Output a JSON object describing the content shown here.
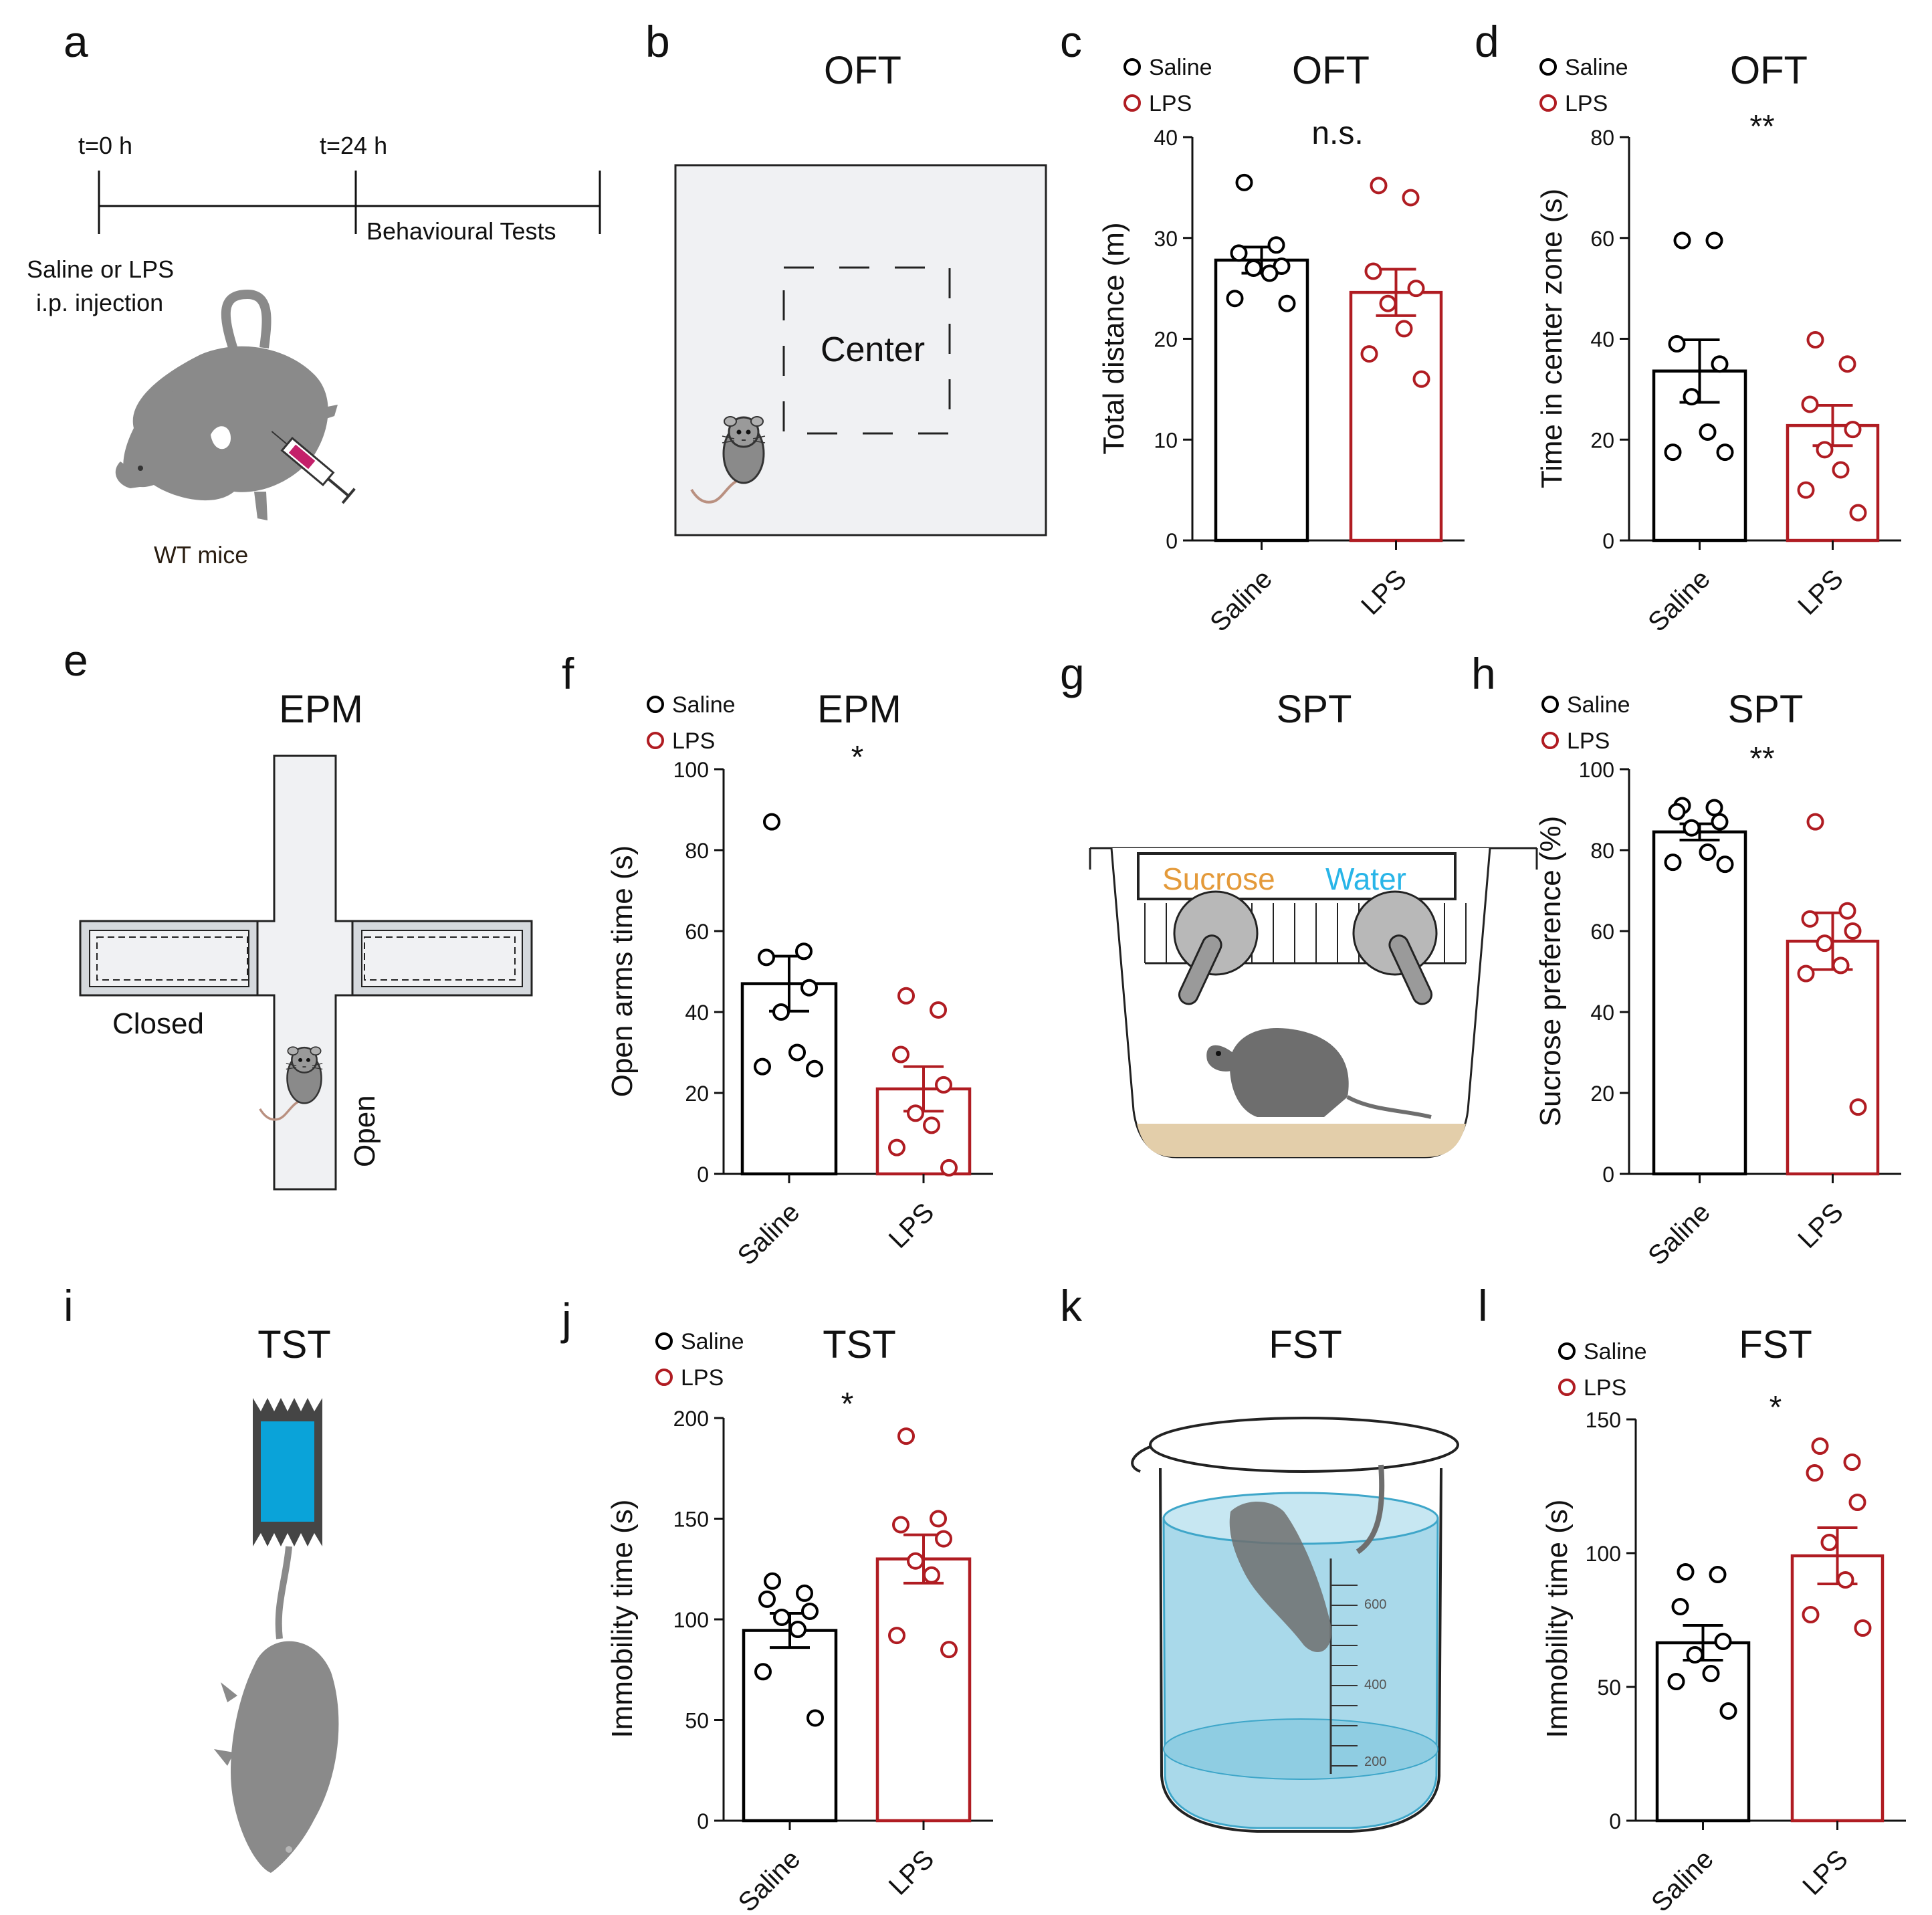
{
  "colors": {
    "saline": "#000000",
    "lps": "#b01c22",
    "arena_fill": "#f0f1f3",
    "mouse_gray": "#8a8a8a",
    "sucrose_text": "#e49a3a",
    "water_text": "#29b5e8",
    "tape_blue": "#0aa3d9",
    "water_fill": "#a9d9ea",
    "bedding": "#e3ceaa"
  },
  "panel_letters": [
    "a",
    "b",
    "c",
    "d",
    "e",
    "f",
    "g",
    "h",
    "i",
    "j",
    "k",
    "l"
  ],
  "panel_a": {
    "t0": "t=0 h",
    "t24": "t=24 h",
    "behav": "Behavioural Tests",
    "inj_line1": "Saline or LPS",
    "inj_line2": "i.p. injection",
    "mice": "WT mice",
    "icons": [
      "mouse-icon",
      "syringe-icon"
    ]
  },
  "panel_b": {
    "title": "OFT",
    "center_label": "Center",
    "icons": [
      "mouse-icon"
    ]
  },
  "panel_e": {
    "title": "EPM",
    "closed": "Closed",
    "open": "Open",
    "icons": [
      "mouse-icon"
    ]
  },
  "panel_g": {
    "title": "SPT",
    "sucrose": "Sucrose",
    "water": "Water",
    "icons": [
      "mouse-icon",
      "bottle-icon"
    ]
  },
  "panel_i": {
    "title": "TST",
    "icons": [
      "tape-icon",
      "mouse-icon"
    ]
  },
  "panel_k": {
    "title": "FST",
    "tick_600": "600",
    "tick_400": "400",
    "tick_200": "200",
    "icons": [
      "beaker-icon",
      "mouse-icon"
    ]
  },
  "legend": {
    "saline": "Saline",
    "lps": "LPS"
  },
  "chart_data": [
    {
      "panel": "c",
      "type": "bar",
      "title": "OFT",
      "significance": "n.s.",
      "ylabel": "Total distance (m)",
      "ylim": [
        0,
        40
      ],
      "yticks": [
        0,
        10,
        20,
        30,
        40
      ],
      "categories": [
        "Saline",
        "LPS"
      ],
      "series": [
        {
          "name": "Saline",
          "mean": 27.8,
          "sem": 1.3,
          "points": [
            35.5,
            29.3,
            28.5,
            27.2,
            27.0,
            26.5,
            24.0,
            23.5
          ]
        },
        {
          "name": "LPS",
          "mean": 24.6,
          "sem": 2.3,
          "points": [
            35.2,
            34.0,
            26.7,
            25.0,
            23.5,
            21.0,
            18.5,
            16.0
          ]
        }
      ]
    },
    {
      "panel": "d",
      "type": "bar",
      "title": "OFT",
      "significance": "**",
      "ylabel": "Time in center zone (s)",
      "ylim": [
        0,
        80
      ],
      "yticks": [
        0,
        20,
        40,
        60,
        80
      ],
      "categories": [
        "Saline",
        "LPS"
      ],
      "series": [
        {
          "name": "Saline",
          "mean": 33.6,
          "sem": 6.2,
          "points": [
            59.5,
            59.5,
            39.0,
            35.0,
            28.5,
            21.5,
            17.5,
            17.5
          ]
        },
        {
          "name": "LPS",
          "mean": 22.8,
          "sem": 4.0,
          "points": [
            39.8,
            35.0,
            27.0,
            22.0,
            18.0,
            14.0,
            10.0,
            5.5
          ]
        }
      ]
    },
    {
      "panel": "f",
      "type": "bar",
      "title": "EPM",
      "significance": "*",
      "ylabel": "Open arms time (s)",
      "ylim": [
        0,
        100
      ],
      "yticks": [
        0,
        20,
        40,
        60,
        80,
        100
      ],
      "categories": [
        "Saline",
        "LPS"
      ],
      "series": [
        {
          "name": "Saline",
          "mean": 47.0,
          "sem": 6.8,
          "points": [
            87.0,
            55.0,
            53.5,
            46.0,
            40.0,
            30.0,
            26.5,
            26.0
          ]
        },
        {
          "name": "LPS",
          "mean": 21.0,
          "sem": 5.5,
          "points": [
            44.0,
            40.5,
            29.5,
            22.0,
            15.0,
            12.0,
            6.5,
            1.5
          ]
        }
      ]
    },
    {
      "panel": "h",
      "type": "bar",
      "title": "SPT",
      "significance": "**",
      "ylabel": "Sucrose preference (%)",
      "ylim": [
        0,
        100
      ],
      "yticks": [
        0,
        20,
        40,
        60,
        80,
        100
      ],
      "categories": [
        "Saline",
        "LPS"
      ],
      "series": [
        {
          "name": "Saline",
          "mean": 84.5,
          "sem": 2.0,
          "points": [
            91.0,
            90.5,
            89.5,
            87.0,
            85.5,
            79.5,
            77.0,
            76.5
          ]
        },
        {
          "name": "LPS",
          "mean": 57.5,
          "sem": 7.0,
          "points": [
            87.0,
            65.0,
            63.0,
            60.0,
            57.0,
            51.5,
            49.5,
            16.5
          ]
        }
      ]
    },
    {
      "panel": "j",
      "type": "bar",
      "title": "TST",
      "significance": "*",
      "ylabel": "Immobility time (s)",
      "ylim": [
        0,
        200
      ],
      "yticks": [
        0,
        50,
        100,
        150,
        200
      ],
      "categories": [
        "Saline",
        "LPS"
      ],
      "series": [
        {
          "name": "Saline",
          "mean": 94.5,
          "sem": 8.5,
          "points": [
            119.0,
            113.0,
            110.0,
            104.0,
            101.0,
            95.0,
            74.0,
            51.0
          ]
        },
        {
          "name": "LPS",
          "mean": 130.0,
          "sem": 12.0,
          "points": [
            191.0,
            150.0,
            147.0,
            140.0,
            129.0,
            122.0,
            92.0,
            85.0
          ]
        }
      ]
    },
    {
      "panel": "l",
      "type": "bar",
      "title": "FST",
      "significance": "*",
      "ylabel": "Immobility time (s)",
      "ylim": [
        0,
        150
      ],
      "yticks": [
        0,
        50,
        100,
        150
      ],
      "categories": [
        "Saline",
        "LPS"
      ],
      "series": [
        {
          "name": "Saline",
          "mean": 66.5,
          "sem": 6.5,
          "points": [
            93.0,
            92.0,
            80.0,
            67.0,
            62.0,
            55.0,
            52.0,
            41.0
          ]
        },
        {
          "name": "LPS",
          "mean": 99.0,
          "sem": 10.5,
          "points": [
            140.0,
            134.0,
            130.0,
            119.0,
            104.0,
            90.0,
            77.0,
            72.0
          ]
        }
      ]
    }
  ]
}
